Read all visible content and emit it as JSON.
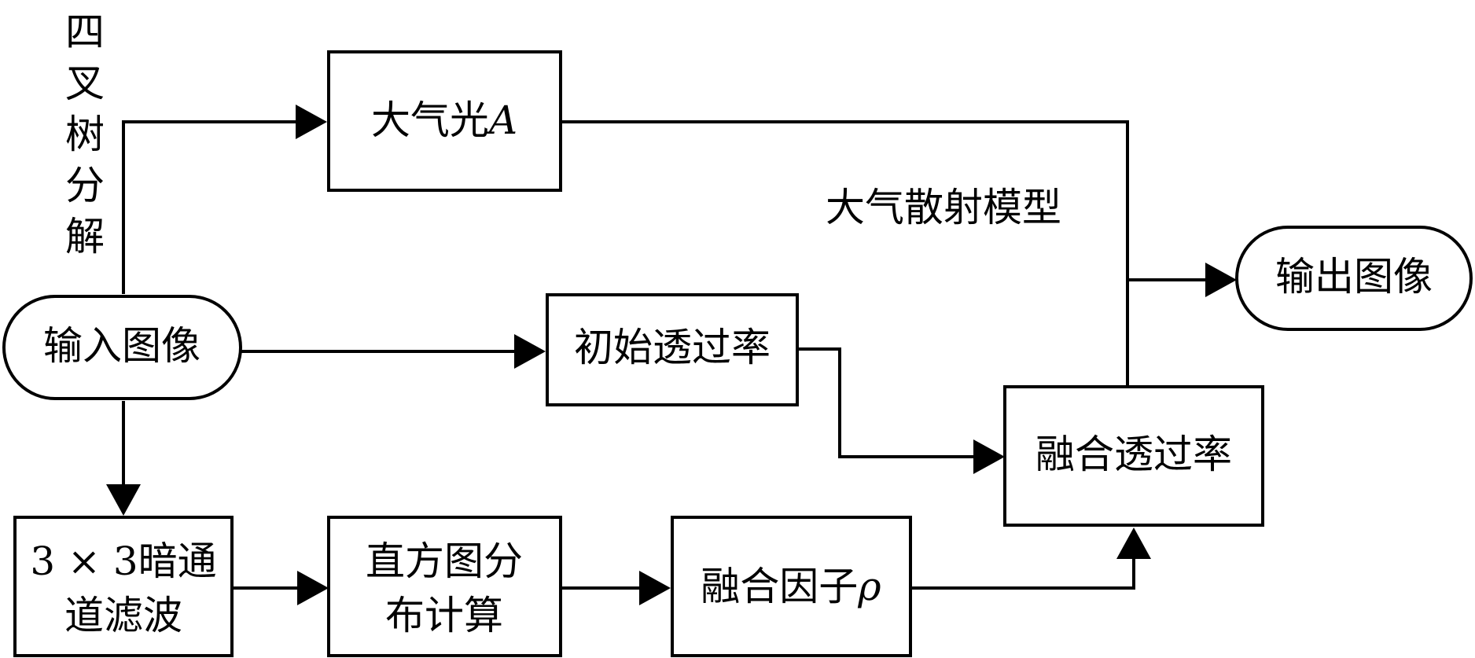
{
  "nodes": {
    "input_image": "输入图像",
    "atmospheric_light": "大气光",
    "atmospheric_light_symbol": "A",
    "initial_transmittance": "初始透过率",
    "fused_transmittance": "融合透过率",
    "output_image": "输出图像",
    "dark_channel_line1": "3 × 3暗通",
    "dark_channel_line2": "道滤波",
    "histogram_line1": "直方图分",
    "histogram_line2": "布计算",
    "fusion_factor": "融合因子",
    "fusion_factor_symbol": "ρ"
  },
  "labels": {
    "quadtree_chars": [
      "四",
      "叉",
      "树",
      "分",
      "解"
    ],
    "scattering_model": "大气散射模型"
  }
}
